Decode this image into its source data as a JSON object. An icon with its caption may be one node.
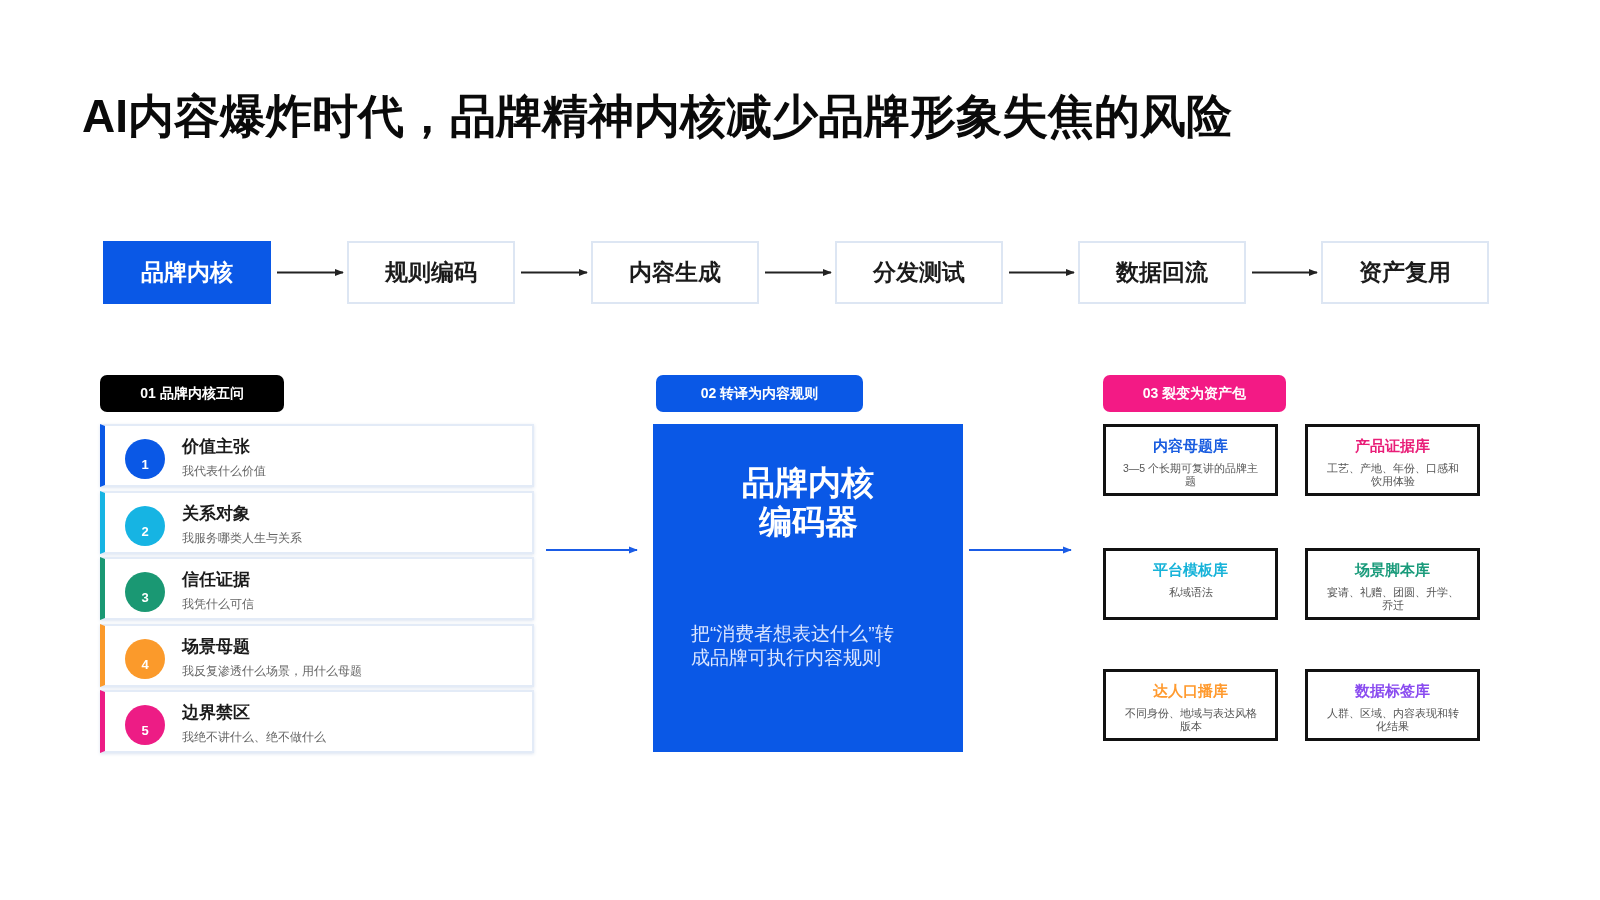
{
  "diagram": {
    "title": "AI内容爆炸时代，品牌精神内核减少品牌形象失焦的风险",
    "nodes": [
      {
        "text": [
          "品牌内核"
        ]
      },
      {
        "text": [
          "规则编码"
        ]
      },
      {
        "text": [
          "内容生成"
        ]
      },
      {
        "text": [
          "分发测试"
        ]
      },
      {
        "text": [
          "数据回流"
        ]
      },
      {
        "text": [
          "资产复用"
        ]
      },
      {
        "text": [
          "01 品牌内核五问"
        ]
      },
      {
        "text": [
          "1",
          "价值主张",
          "我代表什么价值"
        ]
      },
      {
        "text": [
          "2",
          "关系对象",
          "我服务哪类人生与关系"
        ]
      },
      {
        "text": [
          "3",
          "信任证据",
          "我凭什么可信"
        ]
      },
      {
        "text": [
          "4",
          "场景母题",
          "我反复渗透什么场景，用什么母题"
        ]
      },
      {
        "text": [
          "5",
          "边界禁区",
          "我绝不讲什么、绝不做什么"
        ]
      },
      {
        "text": [
          "02 转译为内容规则"
        ]
      },
      {
        "text": [
          "品牌内核编码器",
          "把“消费者想表达什么”转成品牌可执行内容规则"
        ]
      },
      {
        "text": [
          "03 裂变为资产包"
        ]
      },
      {
        "text": [
          "内容母题库",
          "3—5 个长期可复讲的品牌主题"
        ]
      },
      {
        "text": [
          "产品证据库",
          "工艺、产地、年份、口感和饮用体验"
        ]
      },
      {
        "text": [
          "平台模板库",
          "私域语法"
        ]
      },
      {
        "text": [
          "场景脚本库",
          "宴请、礼赠、团圆、升学、乔迁"
        ]
      },
      {
        "text": [
          "达人口播库",
          "不同身份、地域与表达风格版本"
        ]
      },
      {
        "text": [
          "数据标签库",
          "人群、区域、内容表现和转化结果"
        ]
      }
    ],
    "edges": [
      {
        "from": 0,
        "to": 1,
        "arrow": "to"
      },
      {
        "from": 1,
        "to": 2,
        "arrow": "to"
      },
      {
        "from": 2,
        "to": 3,
        "arrow": "to"
      },
      {
        "from": 3,
        "to": 4,
        "arrow": "to"
      },
      {
        "from": 4,
        "to": 5,
        "arrow": "to"
      },
      {
        "from": 8,
        "to": 13,
        "arrow": "to",
        "color": "#1a5ce6"
      },
      {
        "from": 13,
        "to": 17,
        "arrow": "to",
        "color": "#1a5ce6"
      }
    ]
  }
}
